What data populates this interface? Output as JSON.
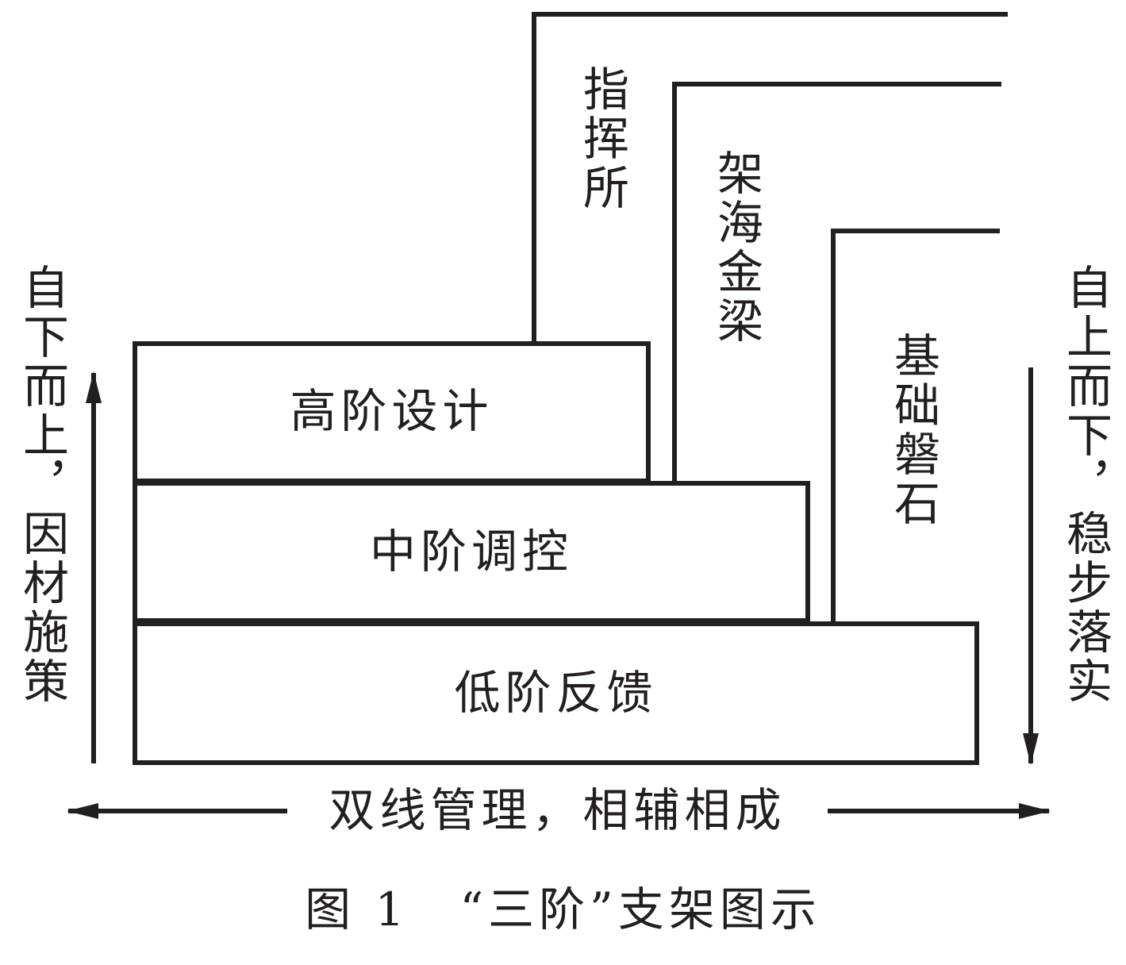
{
  "tiers": {
    "high": "高阶设计",
    "mid": "中阶调控",
    "low": "低阶反馈"
  },
  "pillars": {
    "command": "指挥所",
    "bridge": "架海金梁",
    "foundation": "基础磐石"
  },
  "side_labels": {
    "left": "自下而上，因材施策",
    "right": "自上而下，稳步落实"
  },
  "bottom_label": "双线管理，相辅相成",
  "caption": "图 1　“三阶”支架图示",
  "colors": {
    "ink": "#231f20",
    "background": "#ffffff"
  }
}
